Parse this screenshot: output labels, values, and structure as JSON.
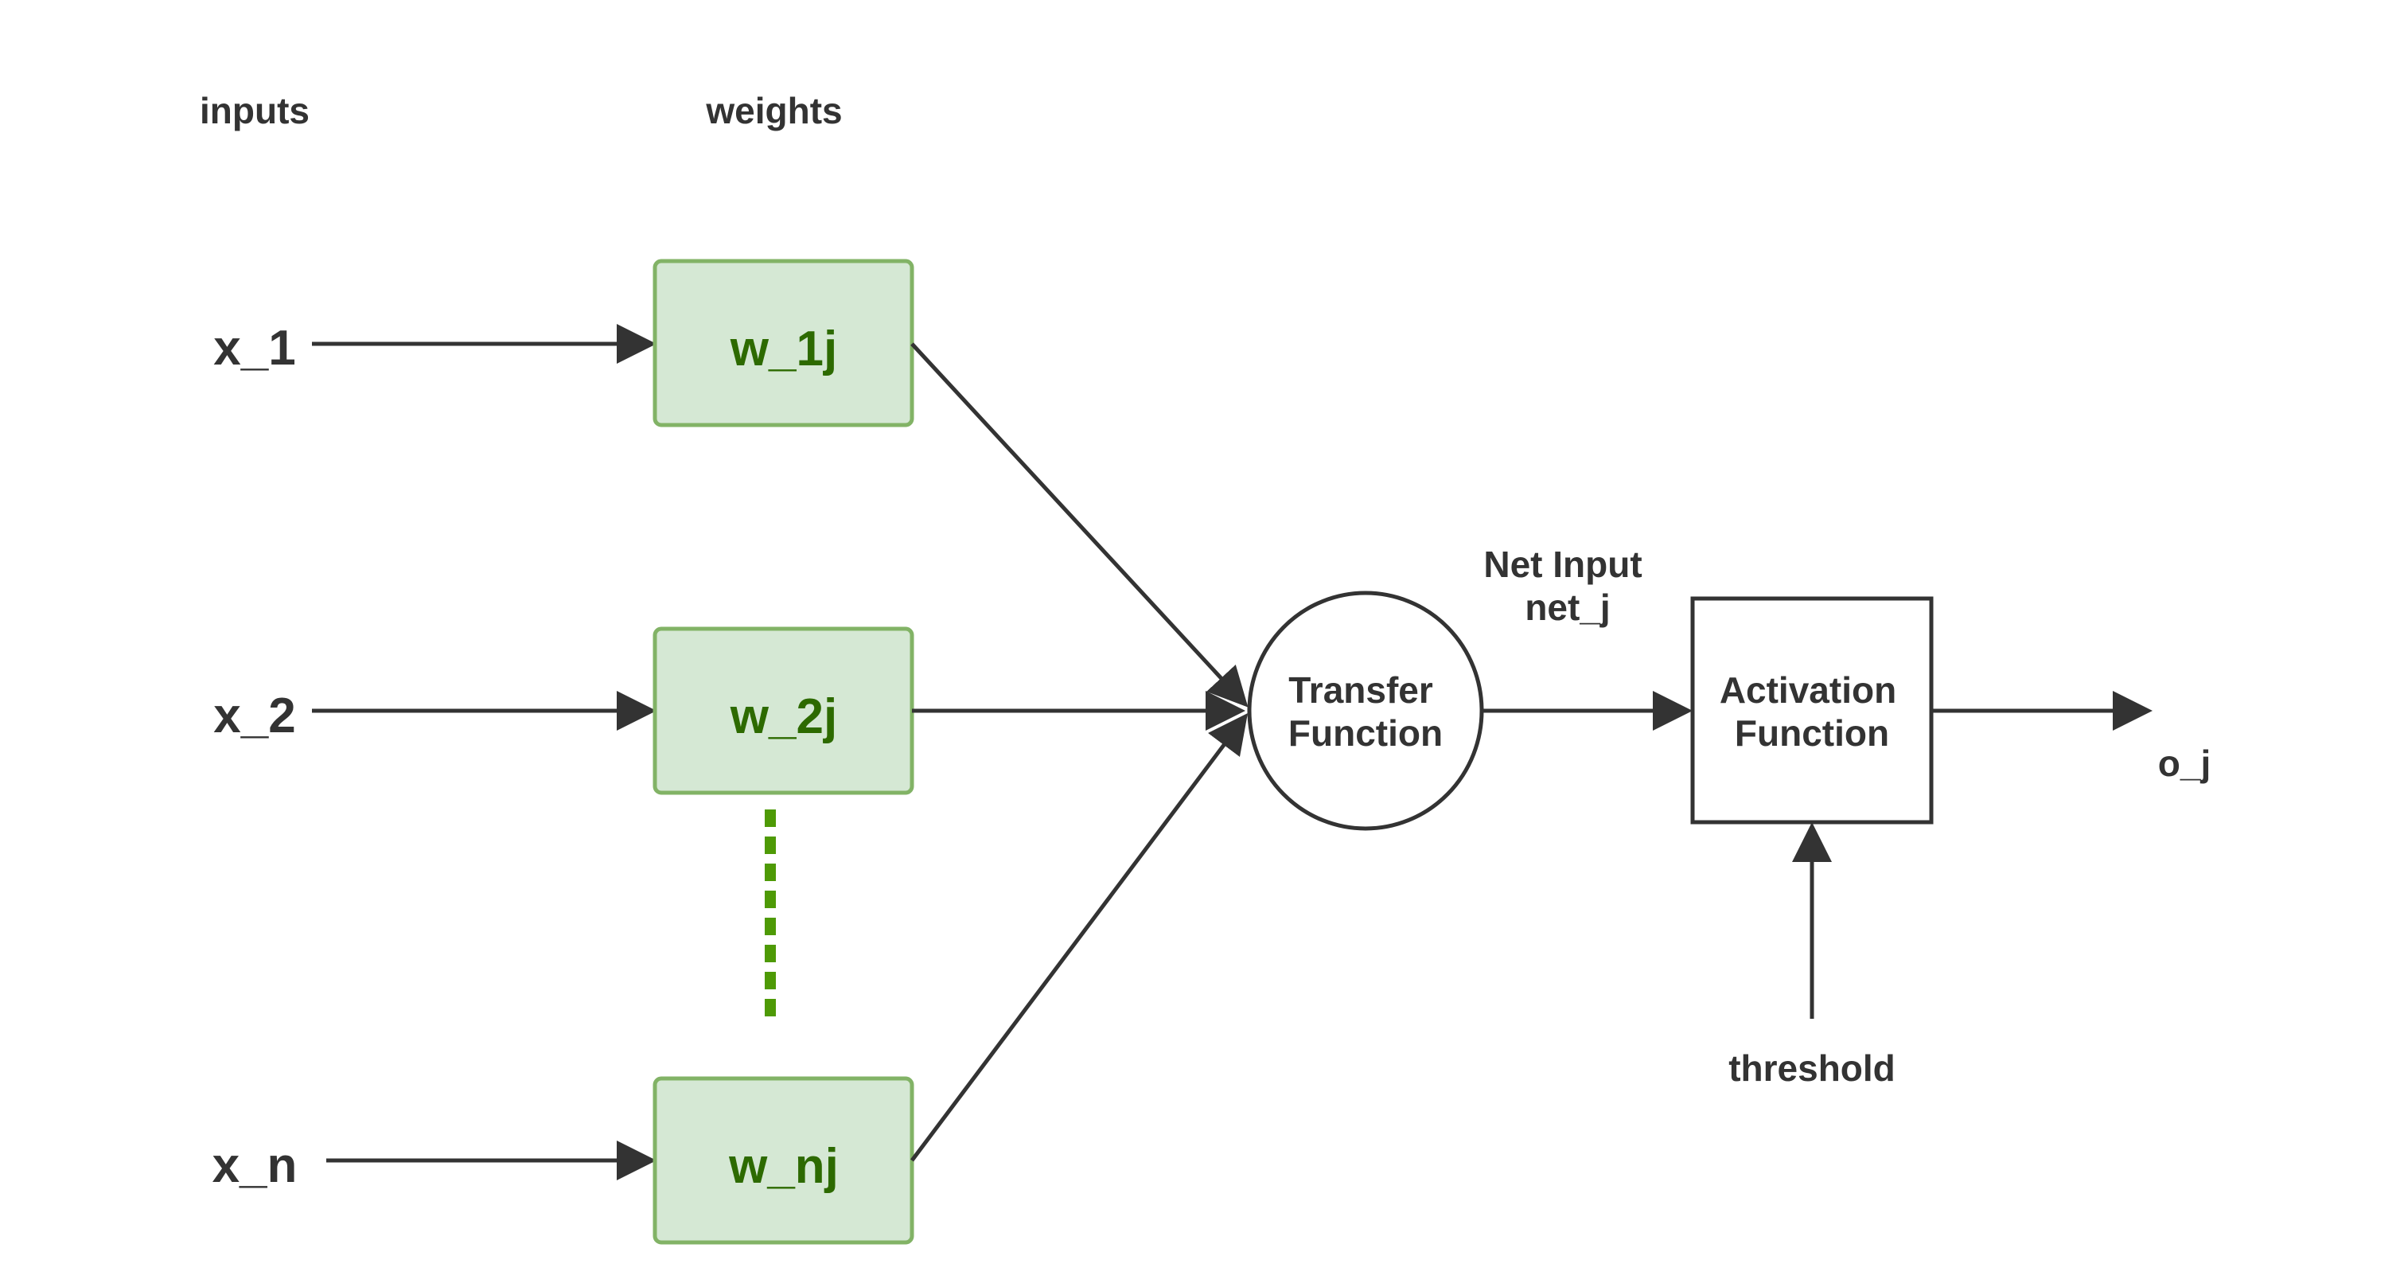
{
  "headers": {
    "inputs": "inputs",
    "weights": "weights"
  },
  "inputs": [
    "x_1",
    "x_2",
    "x_n"
  ],
  "weights": [
    "w_1j",
    "w_2j",
    "w_nj"
  ],
  "transfer_function": {
    "line1": "Transfer",
    "line2": "Function"
  },
  "net_input": {
    "line1": "Net Input",
    "line2": "net_j"
  },
  "activation_function": {
    "line1": "Activation",
    "line2": "Function"
  },
  "threshold": "threshold",
  "output": "o_j",
  "colors": {
    "weight_fill": "#d5e8d4",
    "weight_stroke": "#82b366",
    "weight_text": "#2d6a00",
    "ellipsis_dots": "#4e9a06",
    "line": "#333333"
  }
}
